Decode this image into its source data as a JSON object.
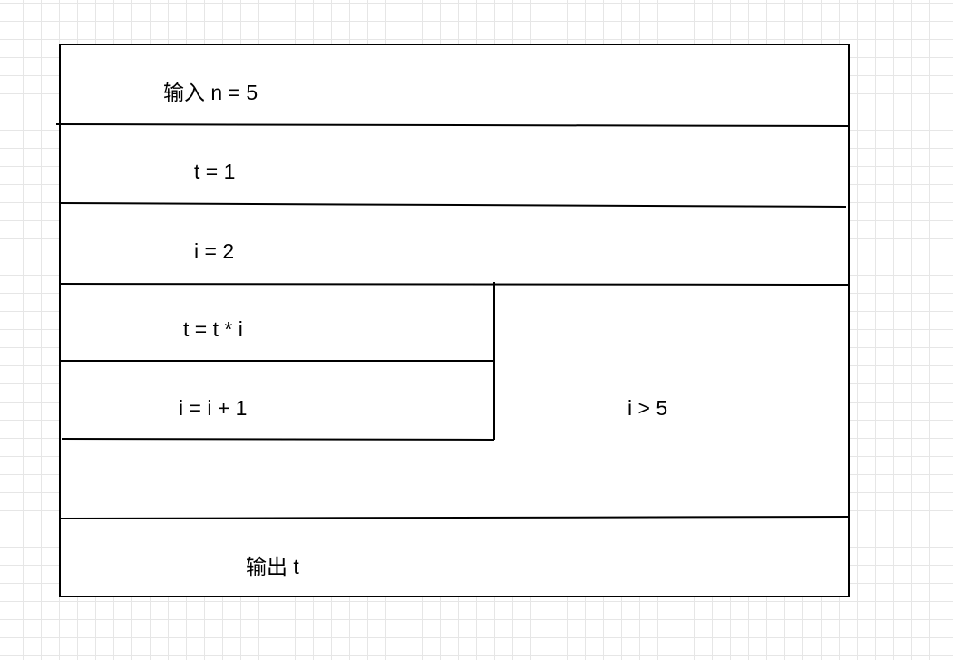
{
  "diagram": {
    "steps": {
      "input": "输入 n = 5",
      "init_t": "t = 1",
      "init_i": "i = 2",
      "loop_multiply": "t = t * i",
      "loop_increment": "i = i + 1",
      "loop_condition": "i > 5",
      "output": "输出 t"
    }
  }
}
